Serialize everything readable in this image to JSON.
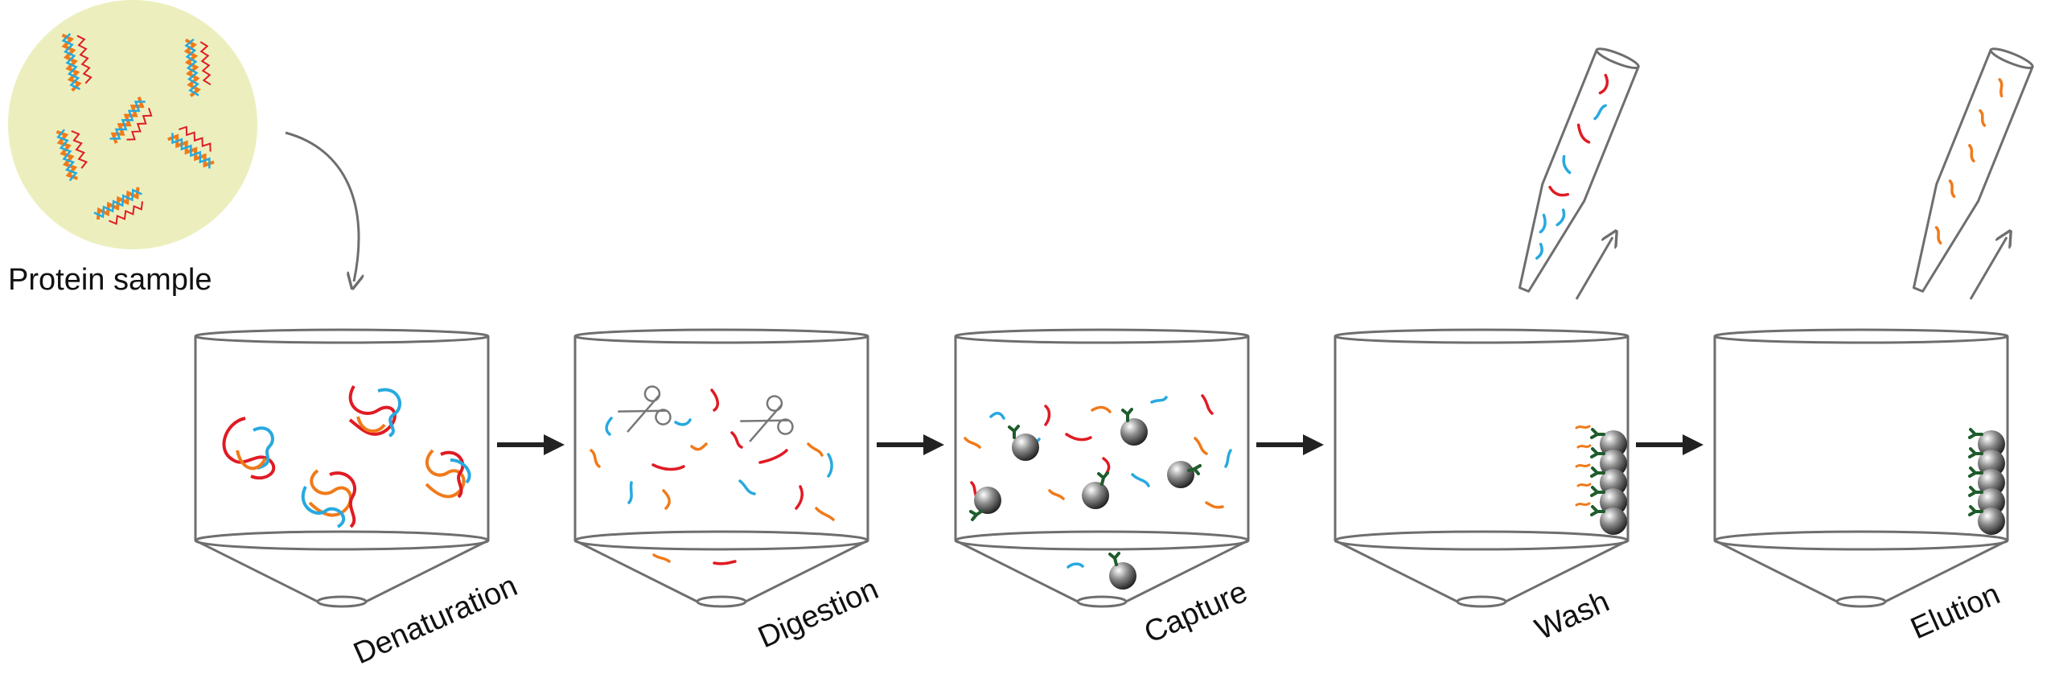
{
  "sample_label": "Protein sample",
  "steps": [
    {
      "label": "Denaturation"
    },
    {
      "label": "Digestion"
    },
    {
      "label": "Capture"
    },
    {
      "label": "Wash"
    },
    {
      "label": "Elution"
    }
  ],
  "colors": {
    "red": "#e01b24",
    "blue": "#27a9df",
    "orange": "#f07a1a",
    "antibody": "#1f5c2c",
    "sample_bg": "#ecefbd",
    "vessel": "#6e6e6e"
  },
  "icons": [
    "scissors-icon",
    "bead-icon",
    "antibody-icon",
    "pipette-icon"
  ]
}
